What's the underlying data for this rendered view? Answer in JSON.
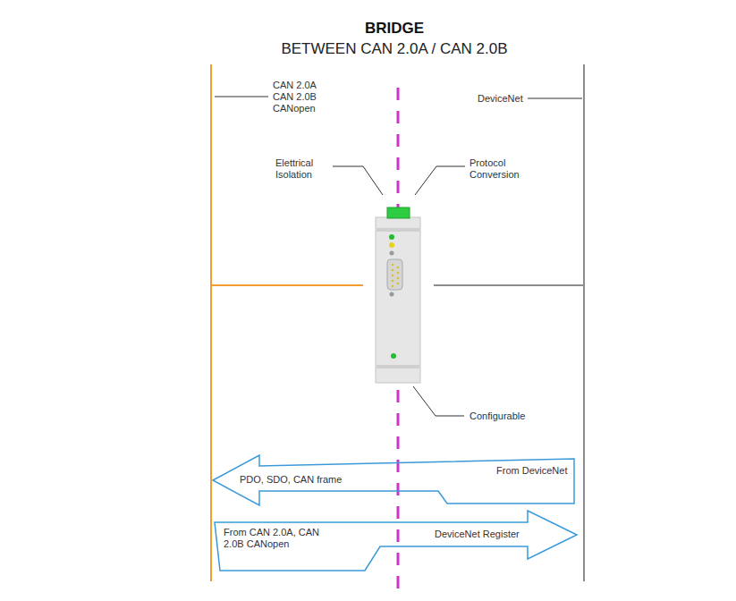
{
  "diagram": {
    "title": "BRIDGE",
    "nodes": [
      {
        "text": [
          "PDO, SDO, CAN frame",
          "From DeviceNet"
        ]
      },
      {
        "text": [
          "From CAN 2.0A, CAN 2.0B CANopen",
          "DeviceNet Register"
        ]
      }
    ],
    "labels": [
      "BETWEEN CAN 2.0A / CAN 2.0B",
      "CAN 2.0A CAN 2.0B CANopen",
      "DeviceNet",
      "Elettrical Isolation",
      "Protocol Conversion",
      "Configurable"
    ]
  }
}
